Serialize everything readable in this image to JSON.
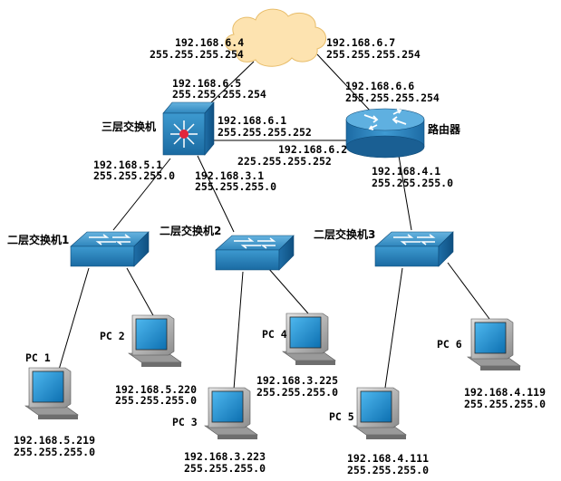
{
  "nodes": {
    "cloud": {
      "ip_left": "192.168.6.4",
      "mask_left": "255.255.255.254",
      "ip_right": "192.168.6.7",
      "mask_right": "255.255.255.254"
    },
    "l3switch": {
      "label": "三层交换机",
      "up_ip": "192.168.6.5",
      "up_mask": "255.255.255.254",
      "link_ip": "192.168.6.1",
      "link_mask": "255.255.255.252",
      "left_ip": "192.168.5.1",
      "left_mask": "255.255.255.0",
      "mid_ip": "192.168.3.1",
      "mid_mask": "255.255.255.0"
    },
    "router": {
      "label": "路由器",
      "up_ip": "192.168.6.6",
      "up_mask": "255.255.255.254",
      "link_ip": "192.168.6.2",
      "link_mask": "225.255.255.252",
      "down_ip": "192.168.4.1",
      "down_mask": "255.255.255.0"
    },
    "switch1": {
      "label": "二层交换机1"
    },
    "switch2": {
      "label": "二层交换机2"
    },
    "switch3": {
      "label": "二层交换机3"
    },
    "pc1": {
      "label": "PC 1",
      "ip": "192.168.5.219",
      "mask": "255.255.255.0"
    },
    "pc2": {
      "label": "PC 2",
      "ip": "192.168.5.220",
      "mask": "255.255.255.0"
    },
    "pc3": {
      "label": "PC 3",
      "ip": "192.168.3.223",
      "mask": "255.255.255.0"
    },
    "pc4": {
      "label": "PC 4",
      "ip": "192.168.3.225",
      "mask": "255.255.255.0"
    },
    "pc5": {
      "label": "PC 5",
      "ip": "192.168.4.111",
      "mask": "255.255.255.0"
    },
    "pc6": {
      "label": "PC 6",
      "ip": "192.168.4.119",
      "mask": "255.255.255.0"
    }
  },
  "colors": {
    "switch_top": "#3f95c5",
    "switch_side": "#1f6fa8",
    "router": "#2f86bd",
    "cloud": "#fde3b0",
    "monitor_screen": "#1a8fd0",
    "monitor_body": "#bdbdbd"
  }
}
